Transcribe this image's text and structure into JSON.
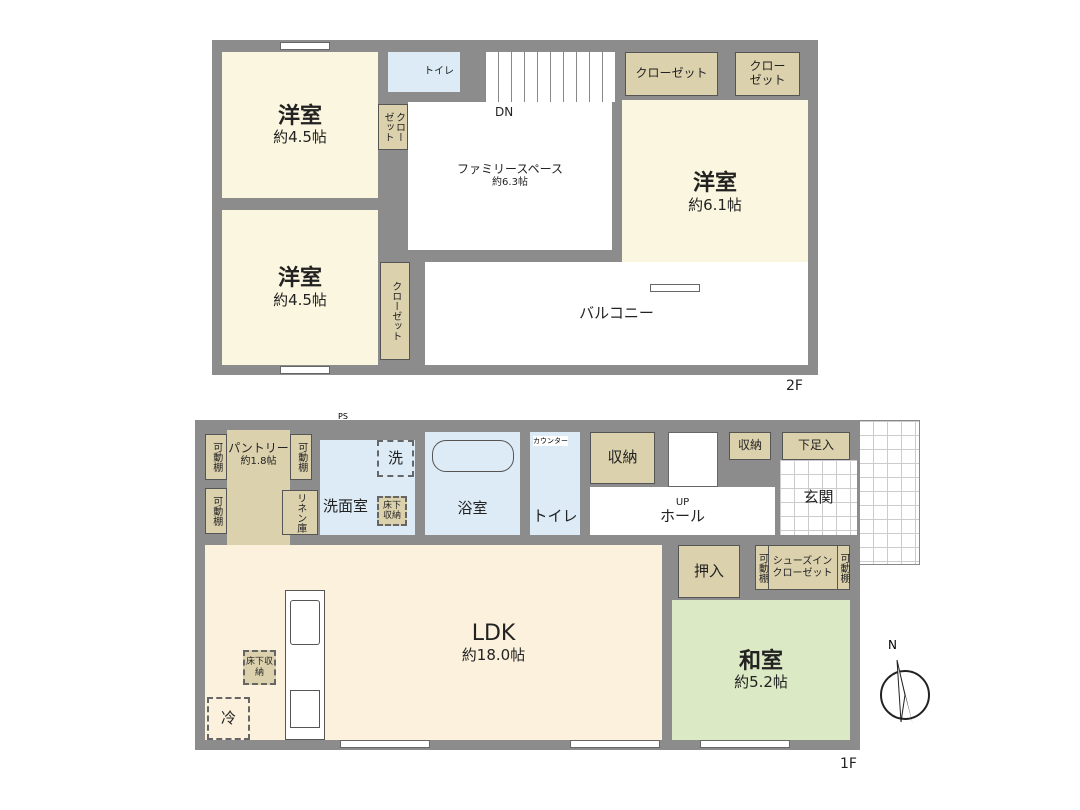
{
  "floor2": {
    "label": "2F",
    "bedroom_a": {
      "name": "洋室",
      "size": "約4.5帖"
    },
    "bedroom_b": {
      "name": "洋室",
      "size": "約4.5帖"
    },
    "bedroom_c": {
      "name": "洋室",
      "size": "約6.1帖"
    },
    "closet_small_l1": "クロー",
    "closet_small_l2": "ゼット",
    "closet_vertical": "クローゼット",
    "closet_top1": "クローゼット",
    "closet_top2_l1": "クロー",
    "closet_top2_l2": "ゼット",
    "toilet": "トイレ",
    "stairs": "DN",
    "family_space": {
      "name": "ファミリースペース",
      "size": "約6.3帖"
    },
    "balcony": "バルコニー"
  },
  "floor1": {
    "label": "1F",
    "ps": "PS",
    "pantry": {
      "name": "パントリー",
      "size": "約1.8帖"
    },
    "shelf": "可動棚",
    "linen": "リネン庫",
    "washroom": "洗面室",
    "washer": "洗",
    "underfloor": "床下収納",
    "bath": "浴室",
    "counter": "カウンター",
    "toilet": "トイレ",
    "storage": "収納",
    "storage2": "収納",
    "stairs": "UP",
    "hall": "ホール",
    "shoe_box": "下足入",
    "entrance": "玄関",
    "closet_oshiire": "押入",
    "shoes_closet_l1": "シューズイン",
    "shoes_closet_l2": "クローゼット",
    "ldk": {
      "name": "LDK",
      "size": "約18.0帖"
    },
    "washitsu": {
      "name": "和室",
      "size": "約5.2帖"
    },
    "fridge": "冷",
    "kitchen_underfloor": "床下収納"
  },
  "compass": {
    "label": "N"
  },
  "colors": {
    "wall": "#8c8c8c",
    "bedroom": "#fbf6df",
    "storage": "#dcd1ad",
    "wet": "#dcebf6",
    "washitsu": "#dbe9c4",
    "ldk": "#fcf1dc"
  }
}
